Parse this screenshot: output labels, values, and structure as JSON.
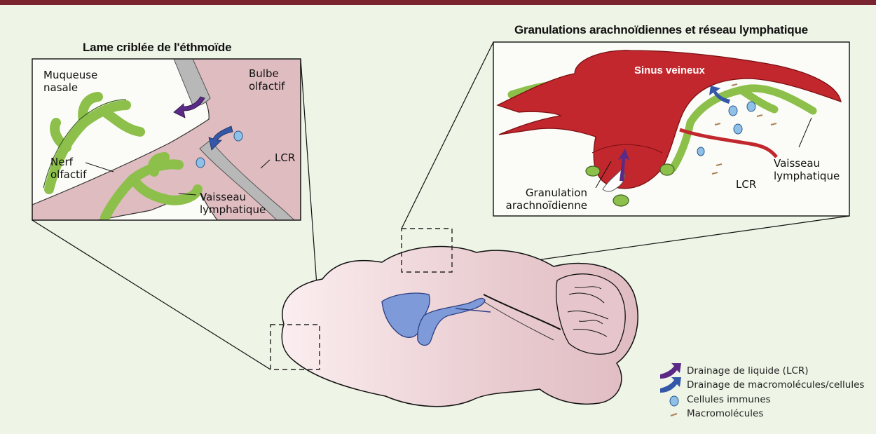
{
  "left_panel": {
    "title": "Lame criblée de l'éthmoïde",
    "labels": {
      "muqueuse": "Muqueuse\nnasale",
      "bulbe": "Bulbe\nolfactif",
      "nerf": "Nerf\nolfactif",
      "lcr": "LCR",
      "vaisseau": "Vaisseau\nlymphatique"
    }
  },
  "right_panel": {
    "title": "Granulations arachnoïdiennes et réseau lymphatique",
    "labels": {
      "sinus": "Sinus veineux",
      "granulation": "Granulation\narachnoïdienne",
      "lcr": "LCR",
      "vaisseau": "Vaisseau\nlymphatique"
    }
  },
  "legend": [
    {
      "icon": "purple-arrow-icon",
      "label": "Drainage de liquide (LCR)"
    },
    {
      "icon": "blue-arrow-icon",
      "label": "Drainage de macromolécules/cellules"
    },
    {
      "icon": "immune-cell-icon",
      "label": "Cellules immunes"
    },
    {
      "icon": "macromolecule-icon",
      "label": "Macromolécules"
    }
  ],
  "colors": {
    "background": "#eef4e6",
    "top_bar": "#7a2430",
    "lymphatic_green": "#8cc04a",
    "nerve_pink": "#dfbcc0",
    "sinus_red": "#c1272d",
    "ventricle_blue": "#7f9ad8",
    "purple_arrow": "#5a2a86",
    "blue_arrow": "#3457a8",
    "immune_cell": "#8ec0e8",
    "macromolecule": "#a98358"
  }
}
